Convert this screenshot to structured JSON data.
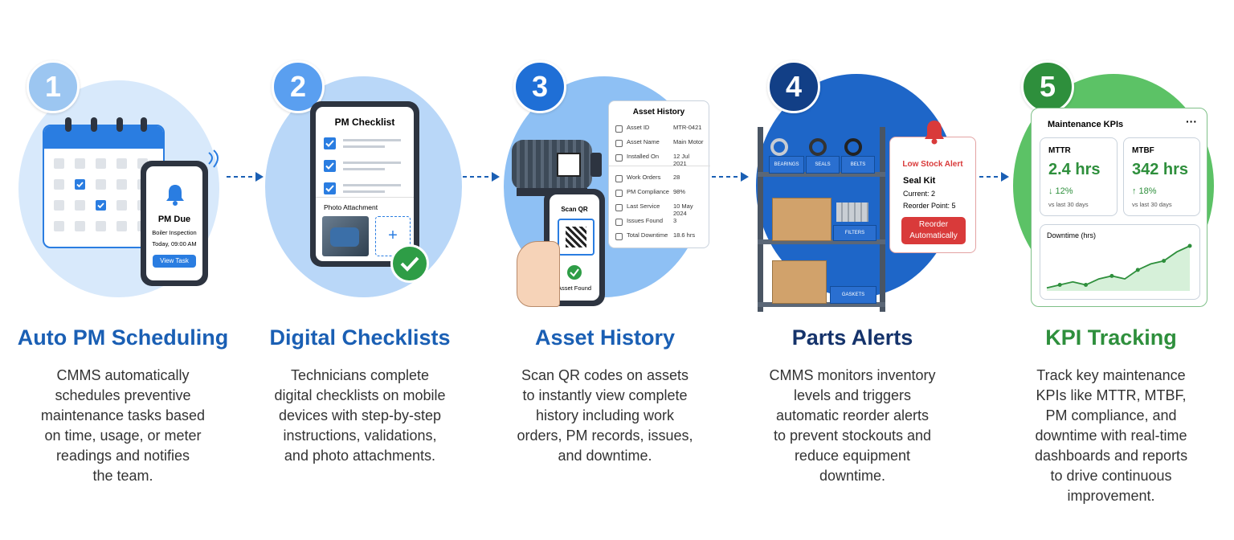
{
  "colors": {
    "blue_dark": "#1a5fb4",
    "blue": "#2a7de1",
    "green": "#2e9d46",
    "navy": "#15336b",
    "red": "#d93a3a"
  },
  "steps": [
    {
      "number": "1",
      "title": "Auto PM Scheduling",
      "desc": [
        "CMMS automatically",
        "schedules preventive",
        "maintenance tasks based",
        "on time, usage, or meter",
        "readings and notifies",
        "the team."
      ]
    },
    {
      "number": "2",
      "title": "Digital Checklists",
      "desc": [
        "Technicians complete",
        "digital checklists on mobile",
        "devices with step-by-step",
        "instructions, validations,",
        "and photo attachments."
      ]
    },
    {
      "number": "3",
      "title": "Asset History",
      "desc": [
        "Scan QR codes on assets",
        "to instantly view complete",
        "history including work",
        "orders, PM records, issues,",
        "and downtime."
      ]
    },
    {
      "number": "4",
      "title": "Parts Alerts",
      "desc": [
        "CMMS monitors inventory",
        "levels and triggers",
        "automatic reorder alerts",
        "to prevent stockouts and",
        "reduce equipment",
        "downtime."
      ]
    },
    {
      "number": "5",
      "title": "KPI Tracking",
      "desc": [
        "Track key maintenance",
        "KPIs like MTTR, MTBF,",
        "PM compliance, and",
        "downtime with real-time",
        "dashboards and reports",
        "to drive continuous",
        "improvement."
      ]
    }
  ],
  "s1": {
    "alert_title": "PM Due",
    "alert_task": "Boiler Inspection",
    "alert_time": "Today, 09:00 AM",
    "button": "View Task"
  },
  "s2": {
    "title": "PM Checklist",
    "photo_label": "Photo Attachment",
    "plus": "+"
  },
  "s3": {
    "scan_label": "Scan QR",
    "found_label": "Asset Found",
    "card_title": "Asset History",
    "rows": [
      {
        "k": "Asset ID",
        "v": "MTR-0421"
      },
      {
        "k": "Asset Name",
        "v": "Main Motor"
      },
      {
        "k": "Installed On",
        "v": "12 Jul 2021"
      },
      {
        "k": "Work Orders",
        "v": "28"
      },
      {
        "k": "PM Compliance",
        "v": "98%"
      },
      {
        "k": "Last Service",
        "v": "10 May 2024"
      },
      {
        "k": "Issues Found",
        "v": "3"
      },
      {
        "k": "Total Downtime",
        "v": "18.6 hrs"
      }
    ]
  },
  "s4": {
    "bins": [
      "BEARINGS",
      "SEALS",
      "BELTS",
      "FILTERS",
      "GASKETS"
    ],
    "alert_title": "Low Stock Alert",
    "item": "Seal Kit",
    "current": "Current: 2",
    "reorder_point": "Reorder Point: 5",
    "button": "Reorder Automatically"
  },
  "s5": {
    "card_title": "Maintenance KPIs",
    "menu": "···",
    "mttr": {
      "label": "MTTR",
      "value": "2.4 hrs",
      "change": "↓ 12%",
      "period": "vs last 30 days"
    },
    "mtbf": {
      "label": "MTBF",
      "value": "342 hrs",
      "change": "↑ 18%",
      "period": "vs last 30 days"
    },
    "chart_title": "Downtime (hrs)"
  },
  "chart_data": {
    "type": "line",
    "title": "Downtime (hrs)",
    "values": [
      1,
      2,
      3,
      2,
      4,
      5,
      4,
      7,
      9,
      10,
      13,
      15
    ]
  }
}
